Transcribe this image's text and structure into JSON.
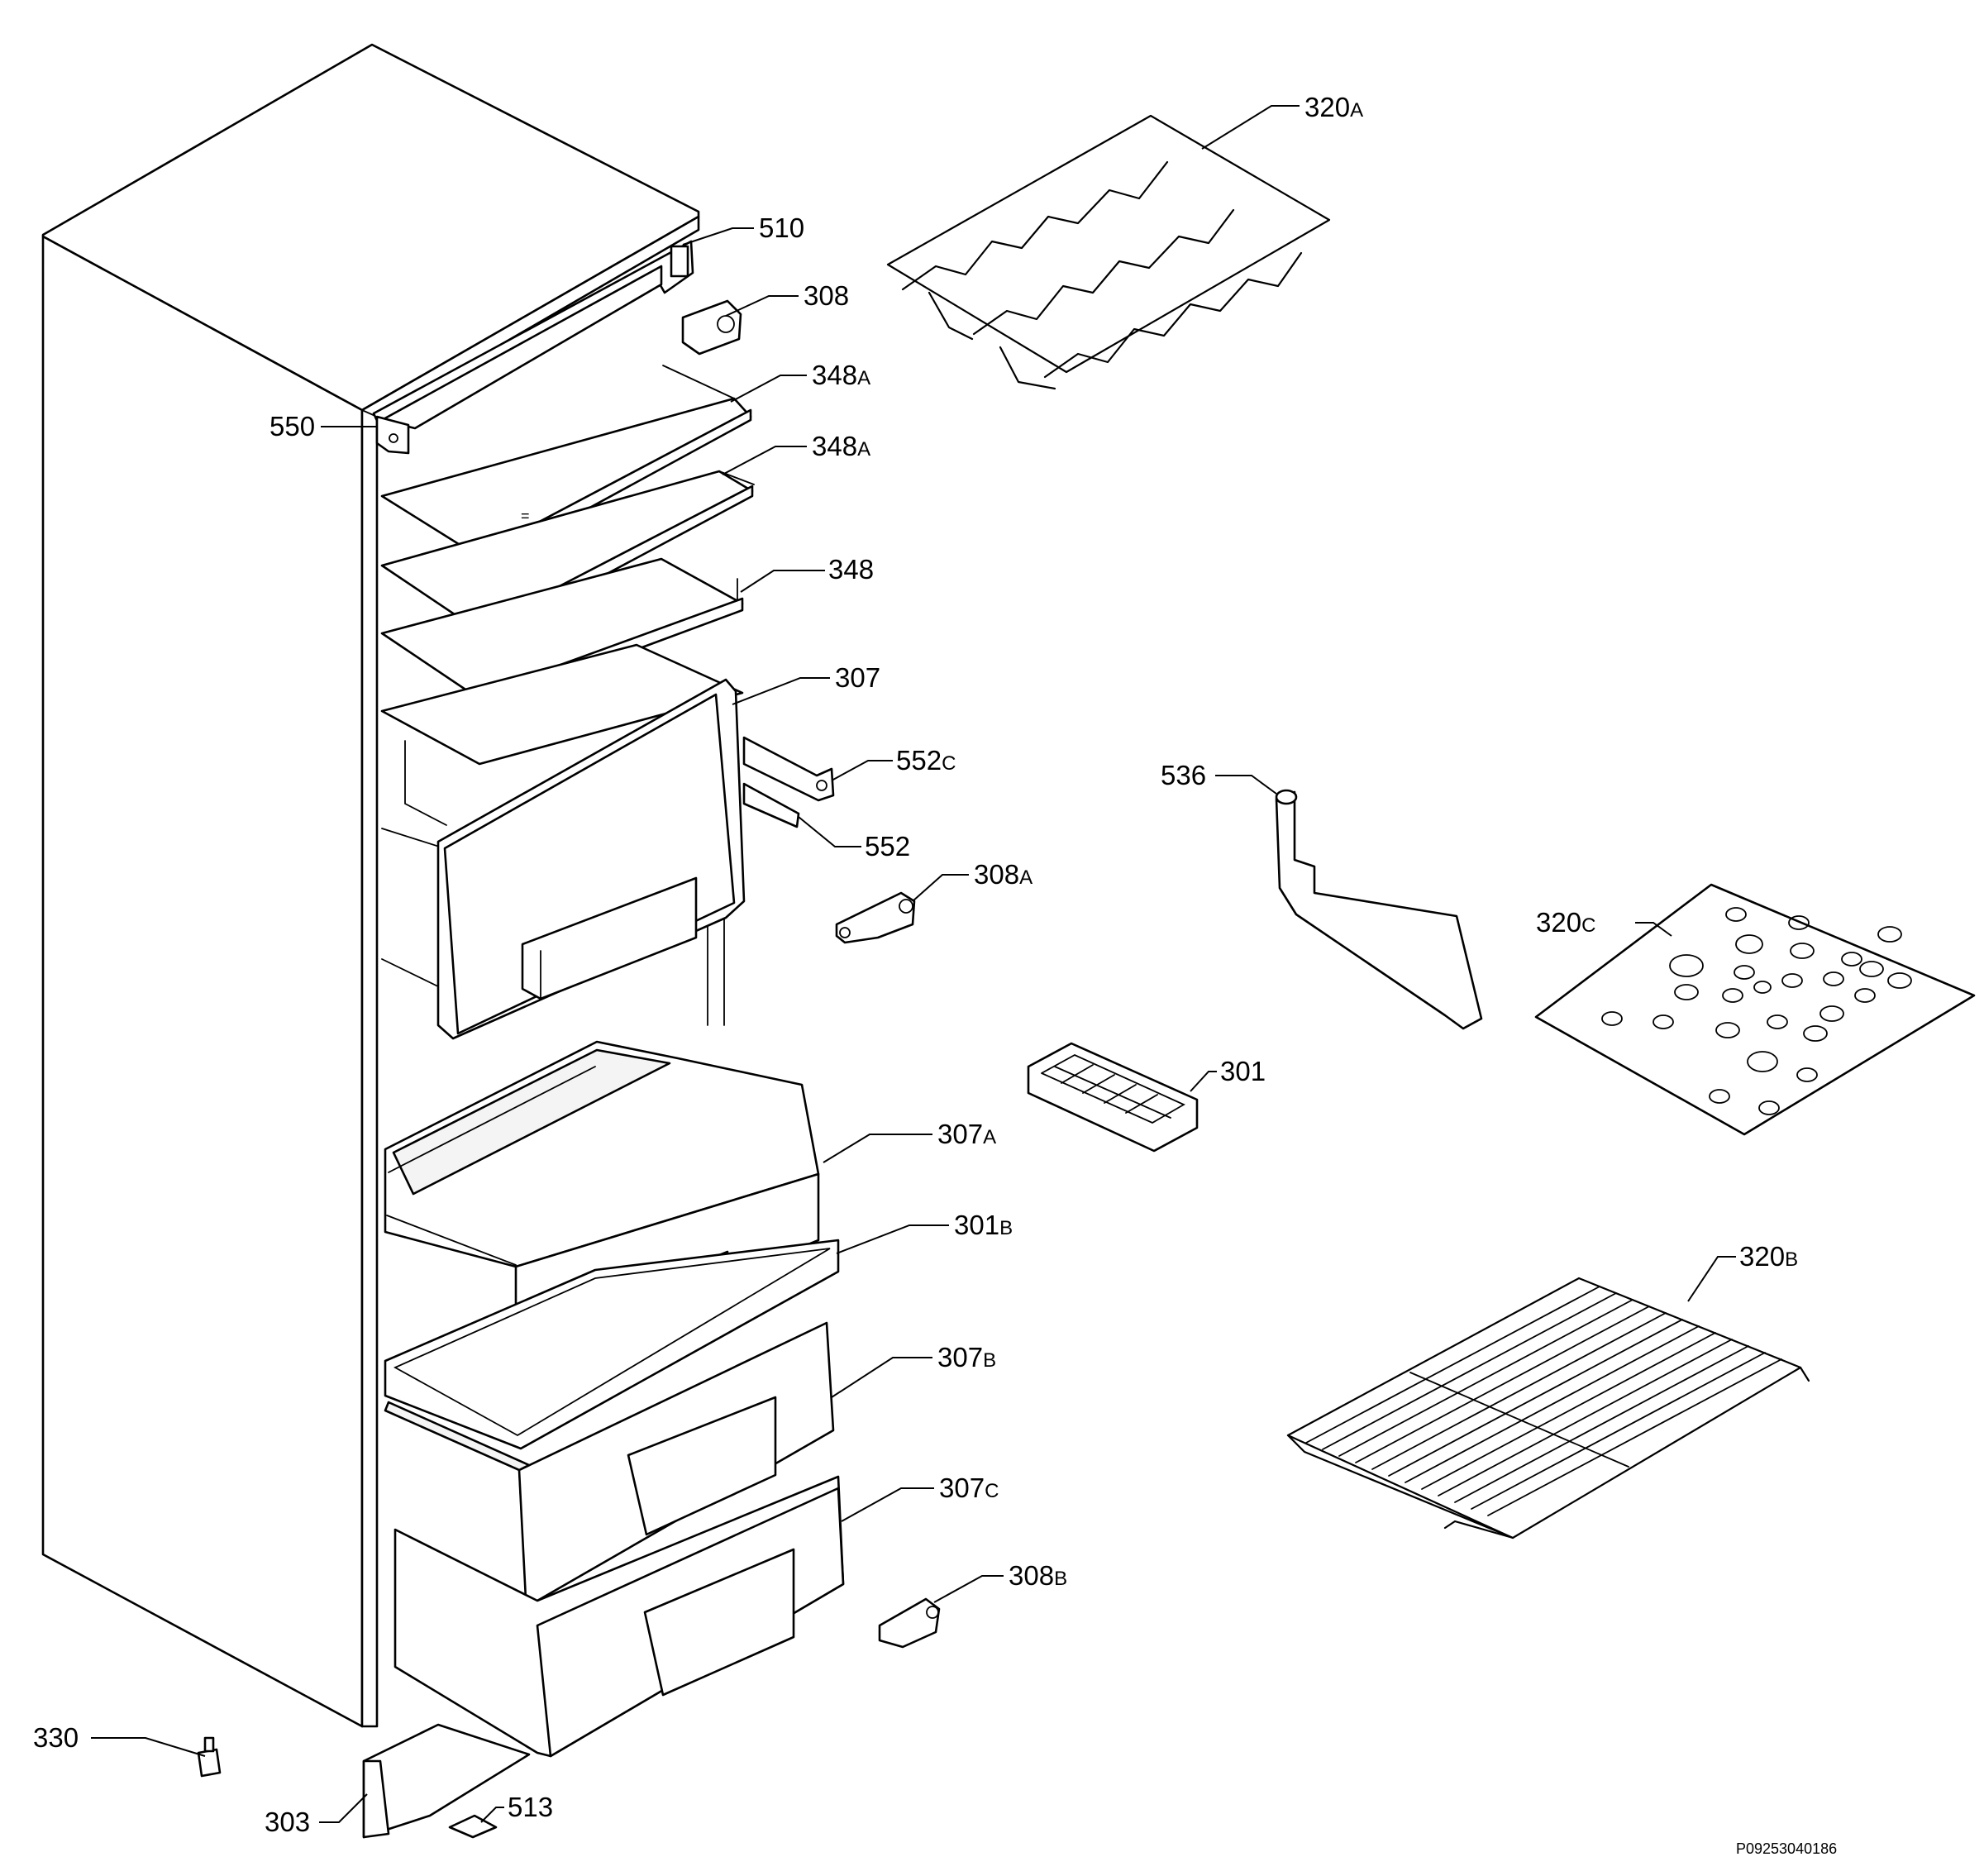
{
  "callouts": [
    {
      "id": "320a",
      "main": "320",
      "suffix": "A"
    },
    {
      "id": "510",
      "main": "510",
      "suffix": ""
    },
    {
      "id": "308",
      "main": "308",
      "suffix": ""
    },
    {
      "id": "348a-1",
      "main": "348",
      "suffix": "A"
    },
    {
      "id": "348a-2",
      "main": "348",
      "suffix": "A"
    },
    {
      "id": "550",
      "main": "550",
      "suffix": ""
    },
    {
      "id": "348",
      "main": "348",
      "suffix": ""
    },
    {
      "id": "307",
      "main": "307",
      "suffix": ""
    },
    {
      "id": "552c",
      "main": "552",
      "suffix": "C"
    },
    {
      "id": "552",
      "main": "552",
      "suffix": ""
    },
    {
      "id": "536",
      "main": "536",
      "suffix": ""
    },
    {
      "id": "308a",
      "main": "308",
      "suffix": "A"
    },
    {
      "id": "320c",
      "main": "320",
      "suffix": "C"
    },
    {
      "id": "301",
      "main": "301",
      "suffix": ""
    },
    {
      "id": "307a",
      "main": "307",
      "suffix": "A"
    },
    {
      "id": "301b",
      "main": "301",
      "suffix": "B"
    },
    {
      "id": "320b",
      "main": "320",
      "suffix": "B"
    },
    {
      "id": "307b",
      "main": "307",
      "suffix": "B"
    },
    {
      "id": "307c",
      "main": "307",
      "suffix": "C"
    },
    {
      "id": "308b",
      "main": "308",
      "suffix": "B"
    },
    {
      "id": "330",
      "main": "330",
      "suffix": ""
    },
    {
      "id": "513",
      "main": "513",
      "suffix": ""
    },
    {
      "id": "303",
      "main": "303",
      "suffix": ""
    }
  ],
  "drawing_reference": "P09253040186"
}
